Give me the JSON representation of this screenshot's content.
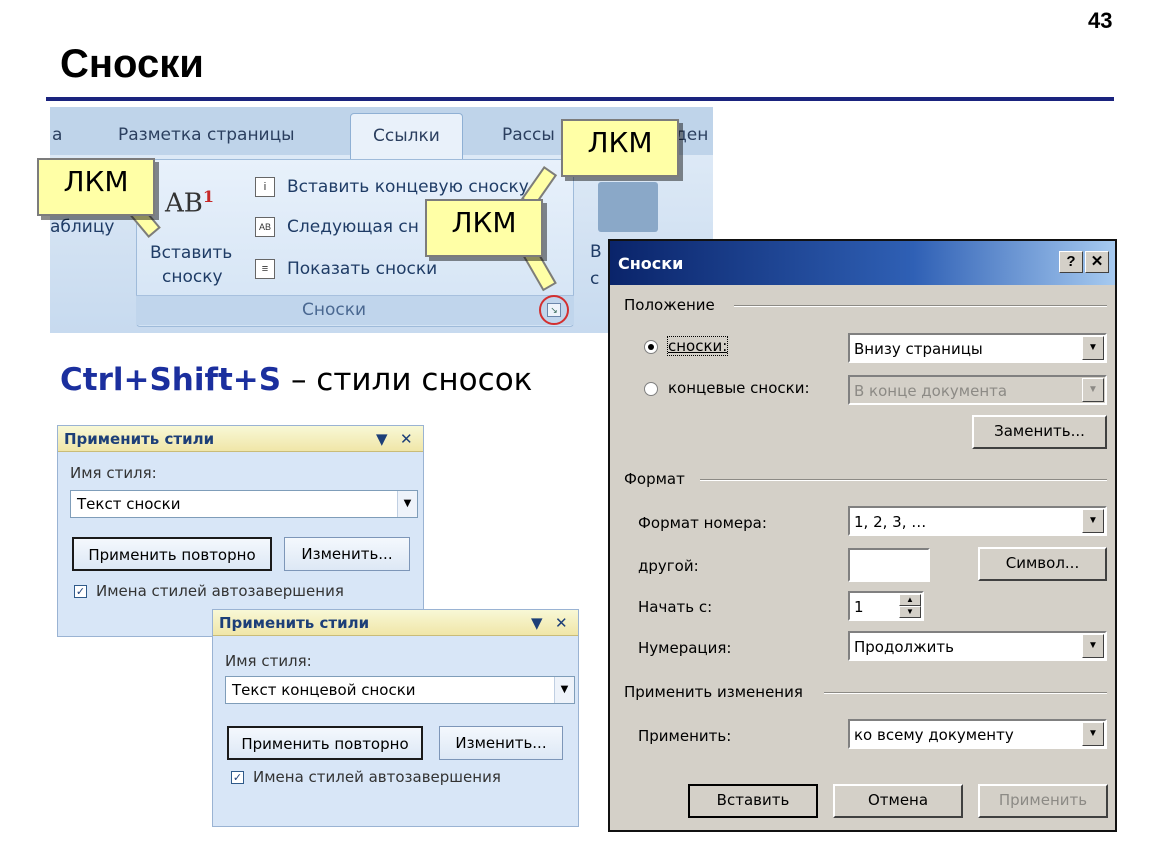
{
  "slide": {
    "number": "43",
    "title": "Сноски"
  },
  "ribbon": {
    "tabs": [
      "а",
      "Разметка страницы",
      "Ссылки",
      "Рассы",
      "ден"
    ],
    "active_tab": "Ссылки",
    "left_cut_text": "аблицу",
    "insert_footnote_lines": [
      "Вставить",
      "сноску"
    ],
    "insert_endnote": "Вставить концевую сноску",
    "next_footnote": "Следующая сн",
    "show_notes": "Показать сноски",
    "group_label": "Сноски",
    "right_cut_text_1": "В",
    "right_cut_text_2": "с",
    "icon_ab": "AB",
    "icon_ab_sup": "1"
  },
  "callouts": [
    "ЛКМ",
    "ЛКМ",
    "ЛКМ"
  ],
  "shortcut": {
    "keys": "Ctrl+Shift+S",
    "rest": " – стили сносок"
  },
  "apply_styles_panels": [
    {
      "title": "Применить стили",
      "ctrl_menu": "▼",
      "ctrl_close": "✕",
      "style_label": "Имя стиля:",
      "style_value": "Текст сноски",
      "reapply": "Применить повторно",
      "modify": "Изменить...",
      "autocomplete": "Имена стилей автозавершения"
    },
    {
      "title": "Применить стили",
      "ctrl_menu": "▼",
      "ctrl_close": "✕",
      "style_label": "Имя стиля:",
      "style_value": "Текст концевой сноски",
      "reapply": "Применить повторно",
      "modify": "Изменить...",
      "autocomplete": "Имена стилей автозавершения"
    }
  ],
  "dialog": {
    "title": "Сноски",
    "help": "?",
    "close": "✕",
    "position_section": "Положение",
    "footnotes_label": "сноски:",
    "footnotes_value": "Внизу страницы",
    "endnotes_label": "концевые сноски:",
    "endnotes_value": "В конце документа",
    "convert_button": "Заменить...",
    "format_section": "Формат",
    "number_format_label": "Формат номера:",
    "number_format_value": "1, 2, 3, …",
    "custom_label": "другой:",
    "custom_value": "",
    "symbol_button": "Символ...",
    "start_at_label": "Начать с:",
    "start_at_value": "1",
    "numbering_label": "Нумерация:",
    "numbering_value": "Продолжить",
    "apply_changes_section": "Применить изменения",
    "apply_to_label": "Применить:",
    "apply_to_value": "ко всему документу",
    "insert_button": "Вставить",
    "cancel_button": "Отмена",
    "apply_button": "Применить"
  }
}
